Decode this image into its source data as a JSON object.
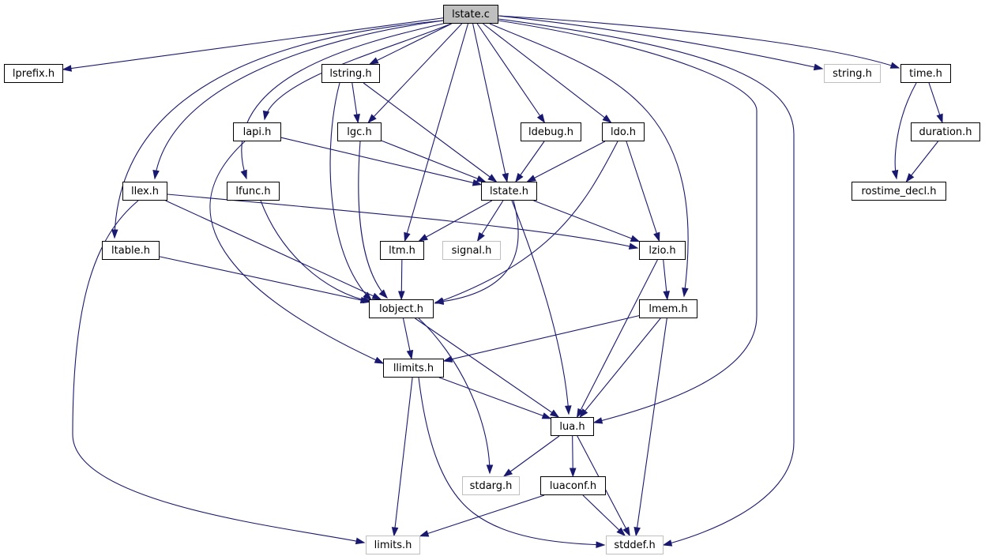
{
  "graph": {
    "nodes": [
      {
        "id": "lstate_c",
        "label": "lstate.c",
        "kind": "root"
      },
      {
        "id": "lprefix",
        "label": "lprefix.h",
        "kind": "local"
      },
      {
        "id": "lstring",
        "label": "lstring.h",
        "kind": "local"
      },
      {
        "id": "string",
        "label": "string.h",
        "kind": "system"
      },
      {
        "id": "time",
        "label": "time.h",
        "kind": "local"
      },
      {
        "id": "lapi",
        "label": "lapi.h",
        "kind": "local"
      },
      {
        "id": "lgc",
        "label": "lgc.h",
        "kind": "local"
      },
      {
        "id": "ldebug",
        "label": "ldebug.h",
        "kind": "local"
      },
      {
        "id": "ldo",
        "label": "ldo.h",
        "kind": "local"
      },
      {
        "id": "duration",
        "label": "duration.h",
        "kind": "local"
      },
      {
        "id": "llex",
        "label": "llex.h",
        "kind": "local"
      },
      {
        "id": "lfunc",
        "label": "lfunc.h",
        "kind": "local"
      },
      {
        "id": "lstate_h",
        "label": "lstate.h",
        "kind": "local"
      },
      {
        "id": "rostime",
        "label": "rostime_decl.h",
        "kind": "local"
      },
      {
        "id": "ltable",
        "label": "ltable.h",
        "kind": "local"
      },
      {
        "id": "ltm",
        "label": "ltm.h",
        "kind": "local"
      },
      {
        "id": "signal",
        "label": "signal.h",
        "kind": "system"
      },
      {
        "id": "lzio",
        "label": "lzio.h",
        "kind": "local"
      },
      {
        "id": "lobject",
        "label": "lobject.h",
        "kind": "local"
      },
      {
        "id": "lmem",
        "label": "lmem.h",
        "kind": "local"
      },
      {
        "id": "llimits",
        "label": "llimits.h",
        "kind": "local"
      },
      {
        "id": "lua",
        "label": "lua.h",
        "kind": "local"
      },
      {
        "id": "stdarg",
        "label": "stdarg.h",
        "kind": "system"
      },
      {
        "id": "luaconf",
        "label": "luaconf.h",
        "kind": "local"
      },
      {
        "id": "limits",
        "label": "limits.h",
        "kind": "system"
      },
      {
        "id": "stddef",
        "label": "stddef.h",
        "kind": "system"
      }
    ],
    "edges": [
      [
        "lstate_c",
        "lprefix"
      ],
      [
        "lstate_c",
        "lstring"
      ],
      [
        "lstate_c",
        "string"
      ],
      [
        "lstate_c",
        "time"
      ],
      [
        "lstate_c",
        "lapi"
      ],
      [
        "lstate_c",
        "lgc"
      ],
      [
        "lstate_c",
        "ldebug"
      ],
      [
        "lstate_c",
        "ldo"
      ],
      [
        "lstate_c",
        "llex"
      ],
      [
        "lstate_c",
        "lfunc"
      ],
      [
        "lstate_c",
        "lstate_h"
      ],
      [
        "lstate_c",
        "ltable"
      ],
      [
        "lstate_c",
        "ltm"
      ],
      [
        "lstate_c",
        "lmem"
      ],
      [
        "lstate_c",
        "lua"
      ],
      [
        "lstate_c",
        "stddef"
      ],
      [
        "time",
        "duration"
      ],
      [
        "time",
        "rostime"
      ],
      [
        "duration",
        "rostime"
      ],
      [
        "lstring",
        "lgc"
      ],
      [
        "lstring",
        "lstate_h"
      ],
      [
        "lstring",
        "lobject"
      ],
      [
        "lapi",
        "lstate_h"
      ],
      [
        "lapi",
        "llimits"
      ],
      [
        "lgc",
        "lstate_h"
      ],
      [
        "lgc",
        "lobject"
      ],
      [
        "ldebug",
        "lstate_h"
      ],
      [
        "ldo",
        "lstate_h"
      ],
      [
        "ldo",
        "lzio"
      ],
      [
        "ldo",
        "lobject"
      ],
      [
        "llex",
        "lzio"
      ],
      [
        "llex",
        "lobject"
      ],
      [
        "llex",
        "limits"
      ],
      [
        "lfunc",
        "lobject"
      ],
      [
        "ltable",
        "lobject"
      ],
      [
        "lstate_h",
        "ltm"
      ],
      [
        "lstate_h",
        "signal"
      ],
      [
        "lstate_h",
        "lzio"
      ],
      [
        "lstate_h",
        "lobject"
      ],
      [
        "lstate_h",
        "lua"
      ],
      [
        "ltm",
        "lobject"
      ],
      [
        "lzio",
        "lmem"
      ],
      [
        "lzio",
        "lua"
      ],
      [
        "lmem",
        "llimits"
      ],
      [
        "lmem",
        "lua"
      ],
      [
        "lmem",
        "stddef"
      ],
      [
        "lobject",
        "llimits"
      ],
      [
        "lobject",
        "lua"
      ],
      [
        "lobject",
        "stdarg"
      ],
      [
        "llimits",
        "lua"
      ],
      [
        "llimits",
        "limits"
      ],
      [
        "llimits",
        "stddef"
      ],
      [
        "lua",
        "stdarg"
      ],
      [
        "lua",
        "luaconf"
      ],
      [
        "lua",
        "stddef"
      ],
      [
        "luaconf",
        "limits"
      ],
      [
        "luaconf",
        "stddef"
      ]
    ]
  }
}
